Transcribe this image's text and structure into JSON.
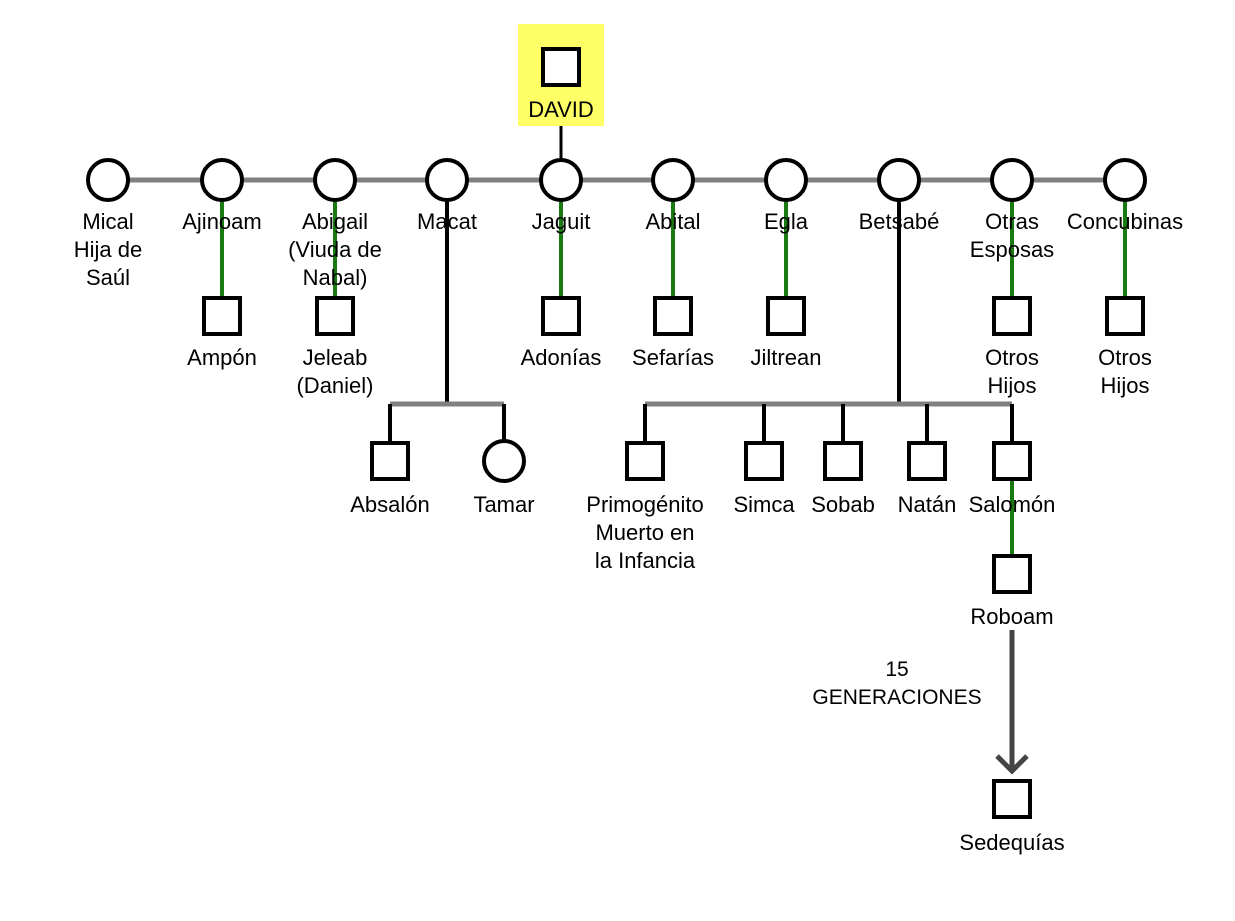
{
  "colors": {
    "marriage_line": "#808080",
    "child_line_green": "#1a7a12",
    "child_line_black": "#000000",
    "highlight": "#ffff66",
    "arrow": "#444444"
  },
  "root": {
    "name": "DAVID"
  },
  "wives": [
    {
      "id": "mical",
      "lines": [
        "Mical",
        "Hija de",
        "Saúl"
      ]
    },
    {
      "id": "ajinoam",
      "lines": [
        "Ajinoam"
      ]
    },
    {
      "id": "abigail",
      "lines": [
        "Abigail",
        "(Viuda de",
        "Nabal)"
      ]
    },
    {
      "id": "macat",
      "lines": [
        "Macat"
      ]
    },
    {
      "id": "jaguit",
      "lines": [
        "Jaguit"
      ]
    },
    {
      "id": "abital",
      "lines": [
        "Abital"
      ]
    },
    {
      "id": "egla",
      "lines": [
        "Egla"
      ]
    },
    {
      "id": "betsabe",
      "lines": [
        "Betsabé"
      ]
    },
    {
      "id": "otras-esposas",
      "lines": [
        "Otras",
        "Esposas"
      ]
    },
    {
      "id": "concubinas",
      "lines": [
        "Concubinas"
      ]
    }
  ],
  "single_children": [
    {
      "id": "ampon",
      "parent": "ajinoam",
      "lines": [
        "Ampón"
      ]
    },
    {
      "id": "jeleab",
      "parent": "abigail",
      "lines": [
        "Jeleab",
        "(Daniel)"
      ]
    },
    {
      "id": "adonias",
      "parent": "jaguit",
      "lines": [
        "Adonías"
      ]
    },
    {
      "id": "sefarias",
      "parent": "abital",
      "lines": [
        "Sefarías"
      ]
    },
    {
      "id": "jiltrean",
      "parent": "egla",
      "lines": [
        "Jiltrean"
      ]
    },
    {
      "id": "otros-hijos-esposas",
      "parent": "otras-esposas",
      "lines": [
        "Otros",
        "Hijos"
      ]
    },
    {
      "id": "otros-hijos-concubinas",
      "parent": "concubinas",
      "lines": [
        "Otros",
        "Hijos"
      ]
    }
  ],
  "macat_children": [
    {
      "id": "absalon",
      "sex": "male",
      "lines": [
        "Absalón"
      ]
    },
    {
      "id": "tamar",
      "sex": "female",
      "lines": [
        "Tamar"
      ]
    }
  ],
  "betsabe_children": [
    {
      "id": "primogenito",
      "lines": [
        "Primogénito",
        "Muerto en",
        "la Infancia"
      ]
    },
    {
      "id": "simca",
      "lines": [
        "Simca"
      ]
    },
    {
      "id": "sobab",
      "lines": [
        "Sobab"
      ]
    },
    {
      "id": "natan",
      "lines": [
        "Natán"
      ]
    },
    {
      "id": "salomon",
      "lines": [
        "Salomón"
      ]
    }
  ],
  "descendants": [
    {
      "id": "roboam",
      "lines": [
        "Roboam"
      ]
    },
    {
      "id": "sedequias",
      "lines": [
        "Sedequías"
      ]
    }
  ],
  "generations_note": [
    "15",
    "GENERACIONES"
  ]
}
